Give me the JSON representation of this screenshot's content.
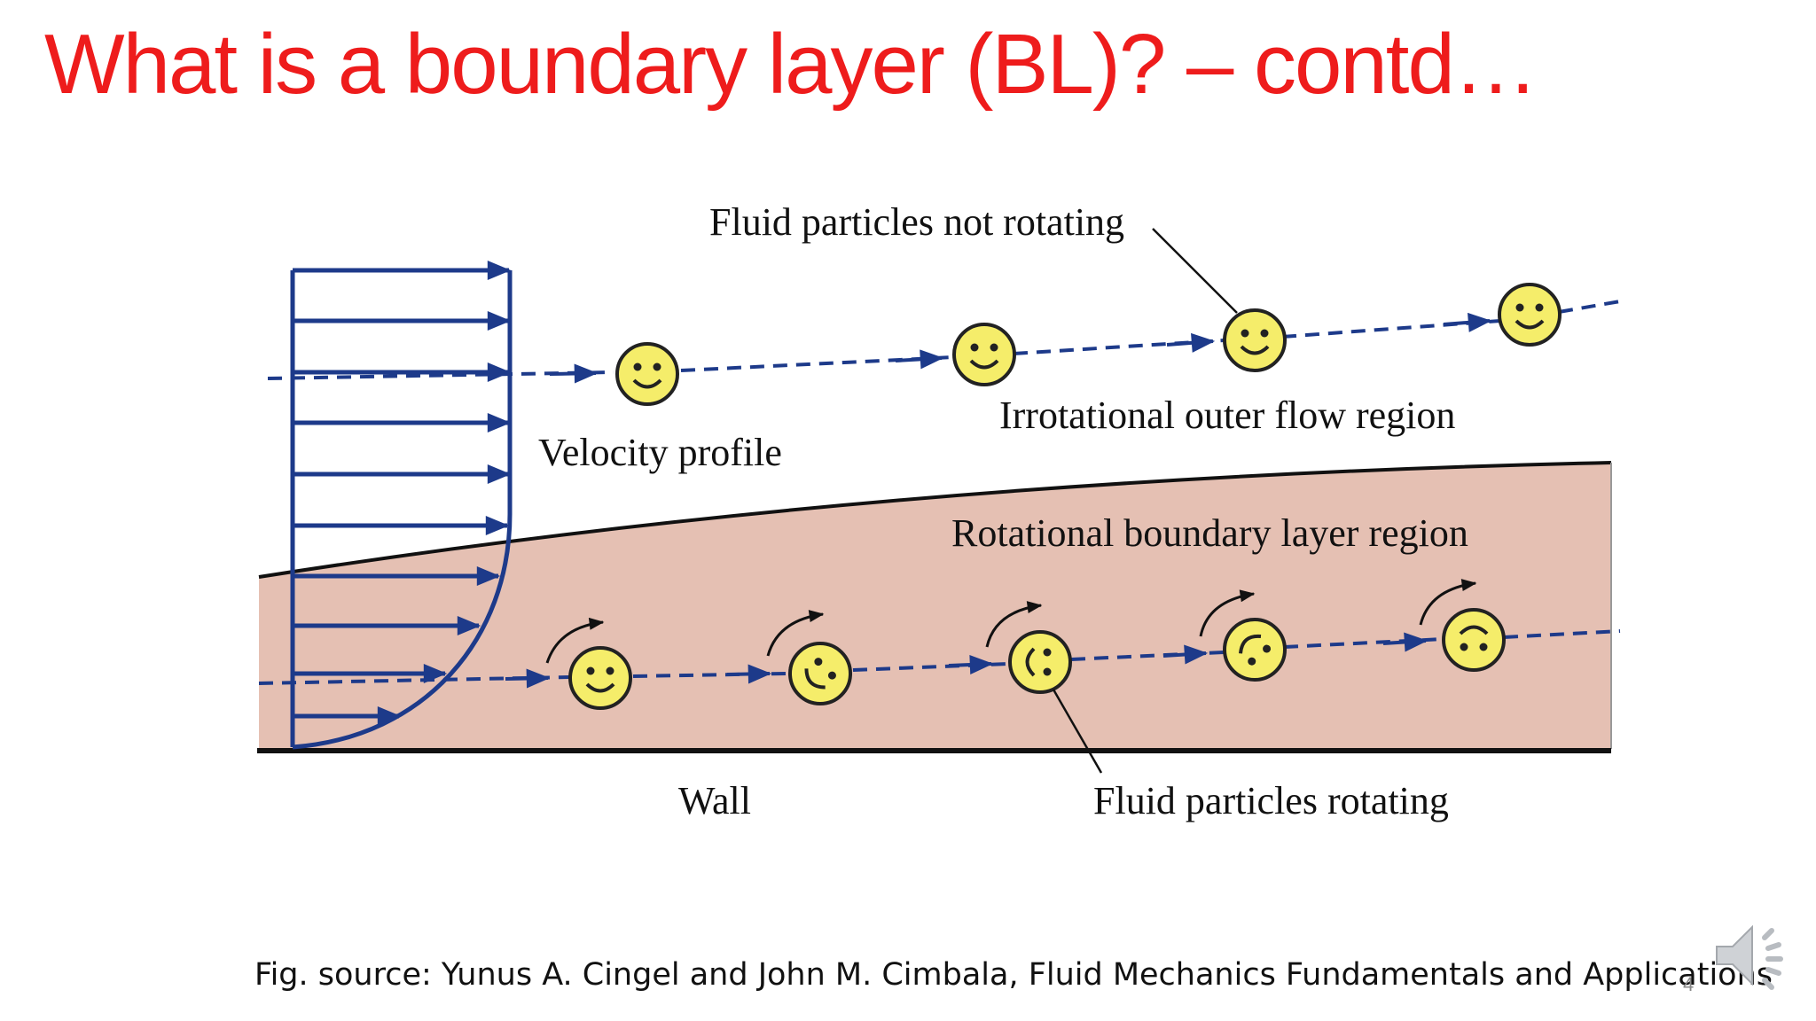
{
  "slide": {
    "title": "What is a boundary layer (BL)? – contd…",
    "caption": "Fig. source: Yunus A. Cingel and John M. Cimbala, Fluid Mechanics Fundamentals and Applications",
    "page_number": "4"
  },
  "diagram": {
    "labels": {
      "particles_not_rotating": "Fluid particles not rotating",
      "irrotational_region": "Irrotational outer flow region",
      "velocity_profile": "Velocity profile",
      "rotational_region": "Rotational boundary layer region",
      "wall": "Wall",
      "particles_rotating": "Fluid particles rotating"
    }
  },
  "colors": {
    "title": "#ee1c1c",
    "arrow_blue": "#1d3a8a",
    "boundary_layer_fill": "#e5c0b3",
    "particle_face": "#f5ed6a"
  },
  "icons": {
    "audio": "speaker-icon"
  }
}
